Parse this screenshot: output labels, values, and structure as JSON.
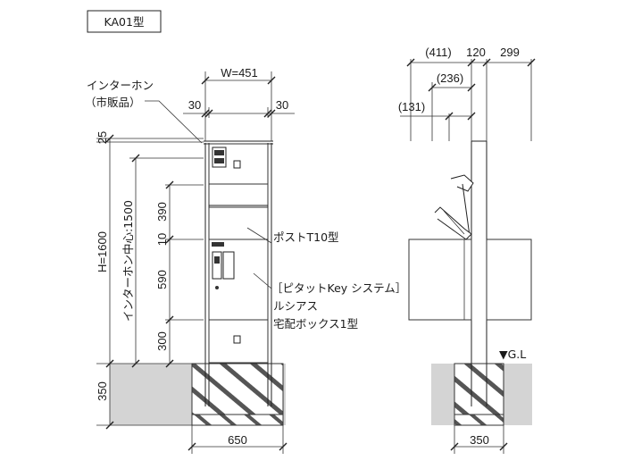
{
  "model_label": "KA01型",
  "front": {
    "width_label": "W=451",
    "margin_left": "30",
    "margin_right": "30",
    "top_offset": "25",
    "height_label": "H=1600",
    "intercom_center": "インターホン中心:1500",
    "dim_390": "390",
    "dim_10": "10",
    "dim_590": "590",
    "dim_300": "300",
    "dim_350": "350",
    "base_width": "650",
    "intercom_label_1": "インターホン",
    "intercom_label_2": "（市販品）",
    "post_label": "ポストT10型",
    "system_label_1": "［ピタットKey システム］",
    "system_label_2": "ルシアス",
    "system_label_3": "宅配ボックス1型"
  },
  "side": {
    "dim_411": "(411)",
    "dim_120": "120",
    "dim_299": "299",
    "dim_236": "(236)",
    "dim_131": "(131)",
    "ground_label": "▼G.L",
    "base_width": "350"
  }
}
